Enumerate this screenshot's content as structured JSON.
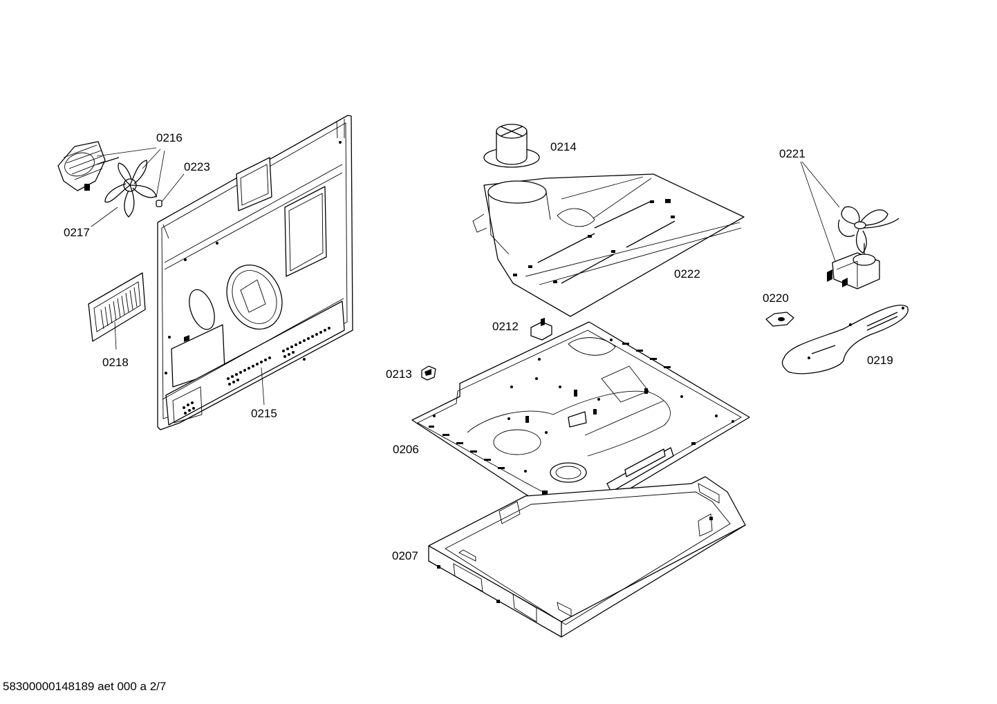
{
  "labels": {
    "l0216": "0216",
    "l0223": "0223",
    "l0217": "0217",
    "l0218": "0218",
    "l0215": "0215",
    "l0214": "0214",
    "l0222": "0222",
    "l0221": "0221",
    "l0220": "0220",
    "l0219": "0219",
    "l0212": "0212",
    "l0213": "0213",
    "l0206": "0206",
    "l0207": "0207"
  },
  "footer": "58300000148189 aet 000 a 2/7"
}
